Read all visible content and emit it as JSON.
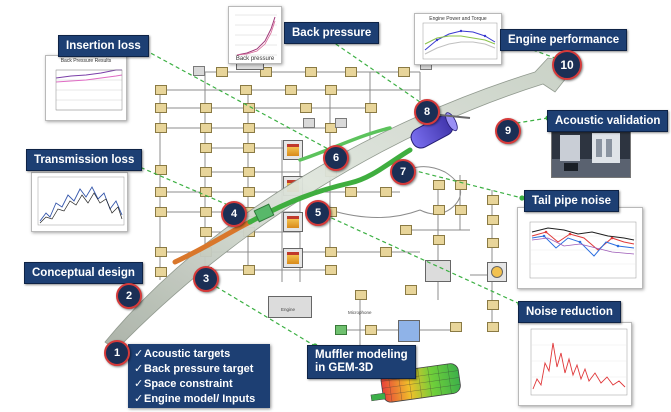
{
  "labels": {
    "insertion_loss": "Insertion loss",
    "back_pressure": "Back pressure",
    "engine_performance": "Engine performance",
    "transmission_loss": "Transmission loss",
    "acoustic_validation": "Acoustic validation",
    "tail_pipe_noise": "Tail pipe noise",
    "conceptual_design": "Conceptual design",
    "noise_reduction": "Noise reduction",
    "muffler_modeling_line1": "Muffler modeling",
    "muffler_modeling_line2": "in GEM-3D"
  },
  "steps": [
    "1",
    "2",
    "3",
    "4",
    "5",
    "6",
    "7",
    "8",
    "9",
    "10"
  ],
  "inputs": {
    "check_glyph": "✓",
    "items": [
      "Acoustic targets",
      "Back pressure target",
      "Space constraint",
      "Engine model/ Inputs"
    ]
  },
  "thumbnails": {
    "back_pressure_caption": "Back pressure",
    "insertion_loss_title": "Back Pressure Results",
    "engine_performance_title": "Engine Power and Torque"
  },
  "model": {
    "engine_label": "Engine",
    "microphone_label": "Microphone"
  },
  "colors": {
    "label_bg": "#1d3f73",
    "badge_border": "#d53a3a",
    "arrow_body": "#dfe5dc",
    "dashed_line": "#3cb043",
    "muffler": "#4b3fbf"
  }
}
